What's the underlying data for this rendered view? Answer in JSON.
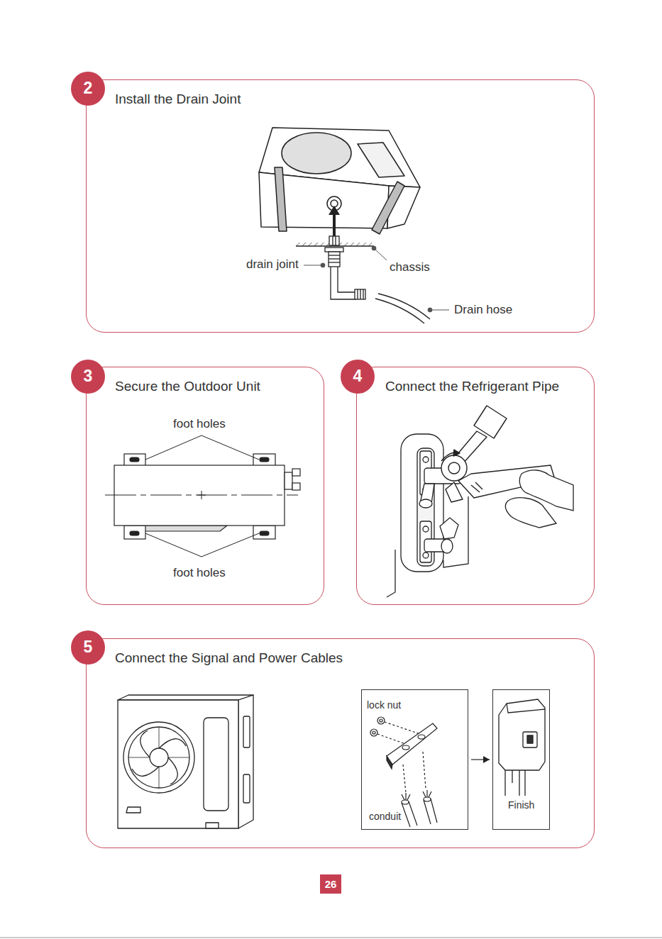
{
  "diagram": {
    "nodes": [
      {
        "text": [
          "Install the Drain Joint"
        ]
      },
      {
        "text": [
          "2"
        ],
        "in": 0
      },
      {
        "text": [
          "Secure the Outdoor Unit"
        ]
      },
      {
        "text": [
          "3"
        ],
        "in": 2
      },
      {
        "text": [
          "Connect the Refrigerant Pipe"
        ]
      },
      {
        "text": [
          "4"
        ],
        "in": 4
      },
      {
        "text": [
          "Connect the Signal and Power Cables"
        ]
      },
      {
        "text": [
          "5"
        ],
        "in": 6
      },
      {
        "text": [
          "lock nut",
          "conduit"
        ],
        "in": 6
      },
      {
        "text": [
          "Finish"
        ],
        "in": 6
      },
      {
        "text": [
          "26"
        ]
      }
    ],
    "edges": [
      {
        "from": 8,
        "to": 9,
        "arrow": "to"
      }
    ],
    "labels": [
      "drain joint",
      "chassis",
      "Drain hose",
      "foot holes",
      "foot holes"
    ]
  }
}
